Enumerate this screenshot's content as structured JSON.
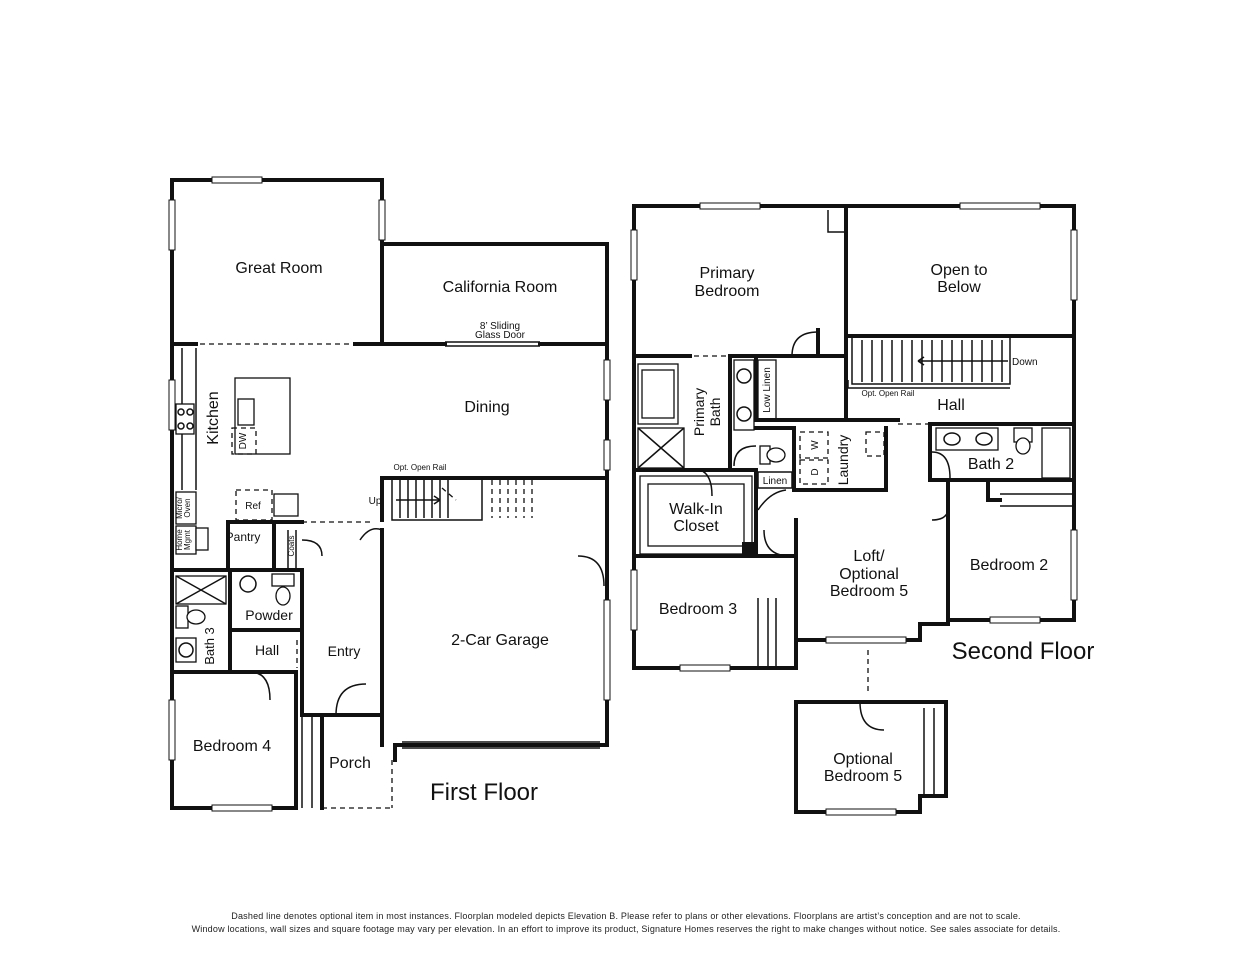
{
  "first_floor": {
    "title": "First Floor",
    "rooms": {
      "great_room": "Great Room",
      "california_room": "California Room",
      "sliding_door_1": "8’ Sliding",
      "sliding_door_2": "Glass Door",
      "kitchen": "Kitchen",
      "dining": "Dining",
      "opt_open_rail": "Opt. Open Rail",
      "up": "Up",
      "dw": "DW",
      "ref": "Ref",
      "micro_1": "Micro/",
      "micro_2": "Oven",
      "home_1": "Home",
      "home_2": "Mgmt",
      "pantry": "Pantry",
      "coats": "Coats",
      "powder": "Powder",
      "bath3": "Bath 3",
      "hall": "Hall",
      "entry": "Entry",
      "garage": "2-Car Garage",
      "bedroom4": "Bedroom 4",
      "porch": "Porch"
    }
  },
  "second_floor": {
    "title": "Second Floor",
    "rooms": {
      "primary_bed_1": "Primary",
      "primary_bed_2": "Bedroom",
      "open_below_1": "Open to",
      "open_below_2": "Below",
      "down": "Down",
      "opt_open_rail": "Opt. Open Rail",
      "hall": "Hall",
      "low_linen": "Low Linen",
      "primary_bath_1": "Primary",
      "primary_bath_2": "Bath",
      "laundry": "Laundry",
      "w": "W",
      "d": "D",
      "linen": "Linen",
      "bath2": "Bath 2",
      "walkin_1": "Walk-In",
      "walkin_2": "Closet",
      "loft_1": "Loft/",
      "loft_2": "Optional",
      "loft_3": "Bedroom 5",
      "bedroom2": "Bedroom 2",
      "bedroom3": "Bedroom 3",
      "opt_bed5_1": "Optional",
      "opt_bed5_2": "Bedroom 5"
    }
  },
  "disclaimer": {
    "line1": "Dashed line denotes optional item in most instances. Floorplan modeled depicts Elevation B. Please refer to plans or other elevations. Floorplans are artist’s conception and are not to scale.",
    "line2": "Window locations, wall sizes and square footage may vary per elevation. In an effort to improve its product, Signature Homes reserves the right to make changes without notice. See sales associate for details."
  }
}
